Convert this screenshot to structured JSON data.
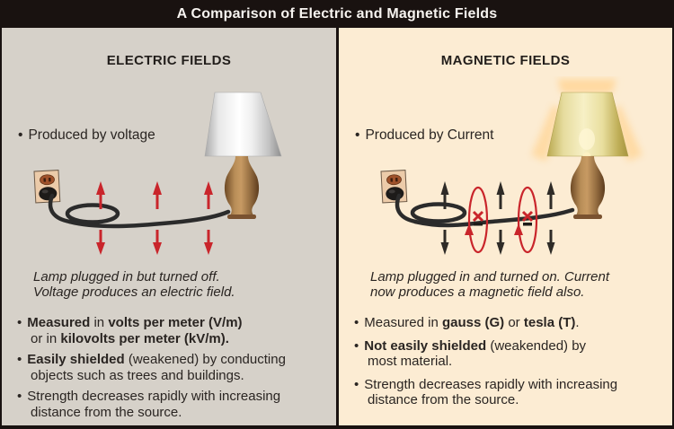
{
  "header": {
    "title": "A Comparison of Electric and Magnetic Fields"
  },
  "icons": {
    "bullet": "•",
    "electric_field_arrow": "red-vertical-arrow",
    "magnetic_field_arrow": "black-vertical-arrow",
    "magnetic_field_loop": "red-ellipse-loop"
  },
  "colors": {
    "header_bg": "#191210",
    "left_panel_bg": "#d6d1c9",
    "right_panel_bg": "#fcecd3",
    "text": "#2a2522",
    "red_accent": "#c9252b",
    "black_arrow": "#2e2b27",
    "cord": "#2b2b2b"
  },
  "panels": {
    "left": {
      "title": "ELECTRIC FIELDS",
      "produced": "Produced by voltage",
      "caption": {
        "line1": "Lamp plugged in but turned off.",
        "line2": "Voltage produces an electric field."
      },
      "bullets": [
        {
          "segments": [
            {
              "text": "Measured"
            },
            {
              "text": " in "
            },
            {
              "text": "volts per meter (V/m)"
            },
            {
              "text": "or in "
            },
            {
              "text": "kilovolts per meter (kV/m)."
            }
          ]
        },
        {
          "segments": [
            {
              "text": "Easily shielded"
            },
            {
              "text": " (weakened) by conducting"
            },
            {
              "text": "objects such as trees and buildings."
            }
          ]
        },
        {
          "segments": [
            {
              "text": "Strength decreases rapidly with increasing"
            },
            {
              "text": "distance from the source."
            }
          ]
        }
      ]
    },
    "right": {
      "title": "MAGNETIC FIELDS",
      "produced": "Produced by Current",
      "caption": {
        "line1": "Lamp plugged in and turned on. Current",
        "line2": "now produces a magnetic field also."
      },
      "bullets": [
        {
          "segments": [
            {
              "text": "Measured in "
            },
            {
              "text": "gauss (G)"
            },
            {
              "text": " or "
            },
            {
              "text": "tesla (T)"
            },
            {
              "text": "."
            }
          ]
        },
        {
          "segments": [
            {
              "text": "Not easily shielded"
            },
            {
              "text": " (weakended) by"
            },
            {
              "text": "most material."
            }
          ]
        },
        {
          "segments": [
            {
              "text": "Strength decreases rapidly with increasing"
            },
            {
              "text": "distance from the source."
            }
          ]
        }
      ]
    }
  }
}
